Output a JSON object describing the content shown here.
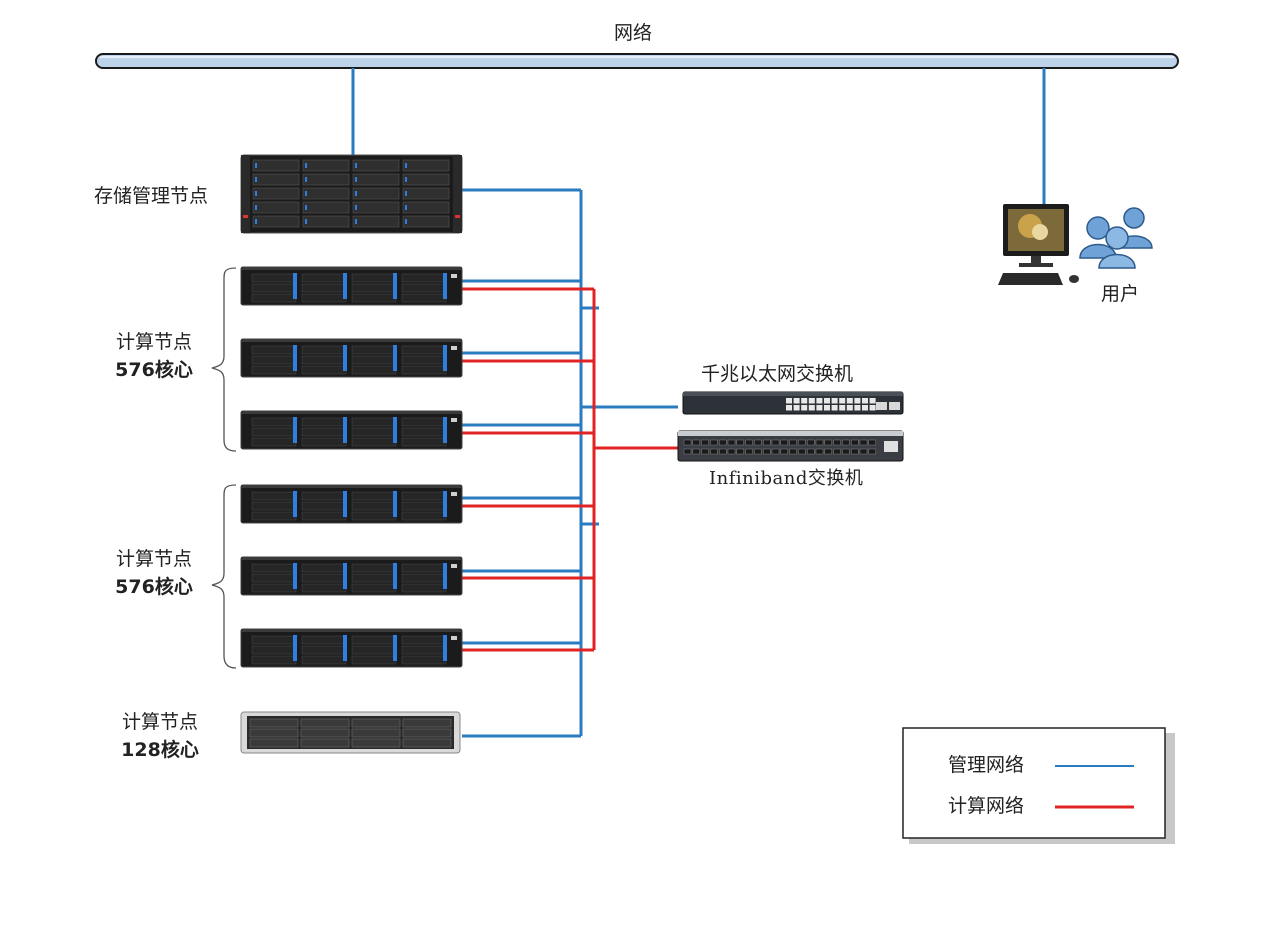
{
  "network_bus": {
    "label": "网络"
  },
  "storage_node": {
    "label": "存储管理节点"
  },
  "compute_group_1": {
    "label_line1": "计算节点",
    "label_line2": "576核心"
  },
  "compute_group_2": {
    "label_line1": "计算节点",
    "label_line2": "576核心"
  },
  "compute_single": {
    "label_line1": "计算节点",
    "label_line2": "128核心"
  },
  "ethernet_switch": {
    "label": "千兆以太网交换机"
  },
  "infiniband_switch": {
    "label": "Infiniband交换机"
  },
  "user": {
    "label": "用户"
  },
  "legend": {
    "items": [
      {
        "label": "管理网络",
        "color": "#2b7bc0"
      },
      {
        "label": "计算网络",
        "color": "#e02424"
      }
    ]
  },
  "colors": {
    "management": "#2b7bc0",
    "compute": "#e02424",
    "bus_fill": "#bcd3ea",
    "bus_stroke": "#1a1a1a",
    "server_body": "#1b1b1b",
    "drive_led": "#2f7fe0"
  }
}
